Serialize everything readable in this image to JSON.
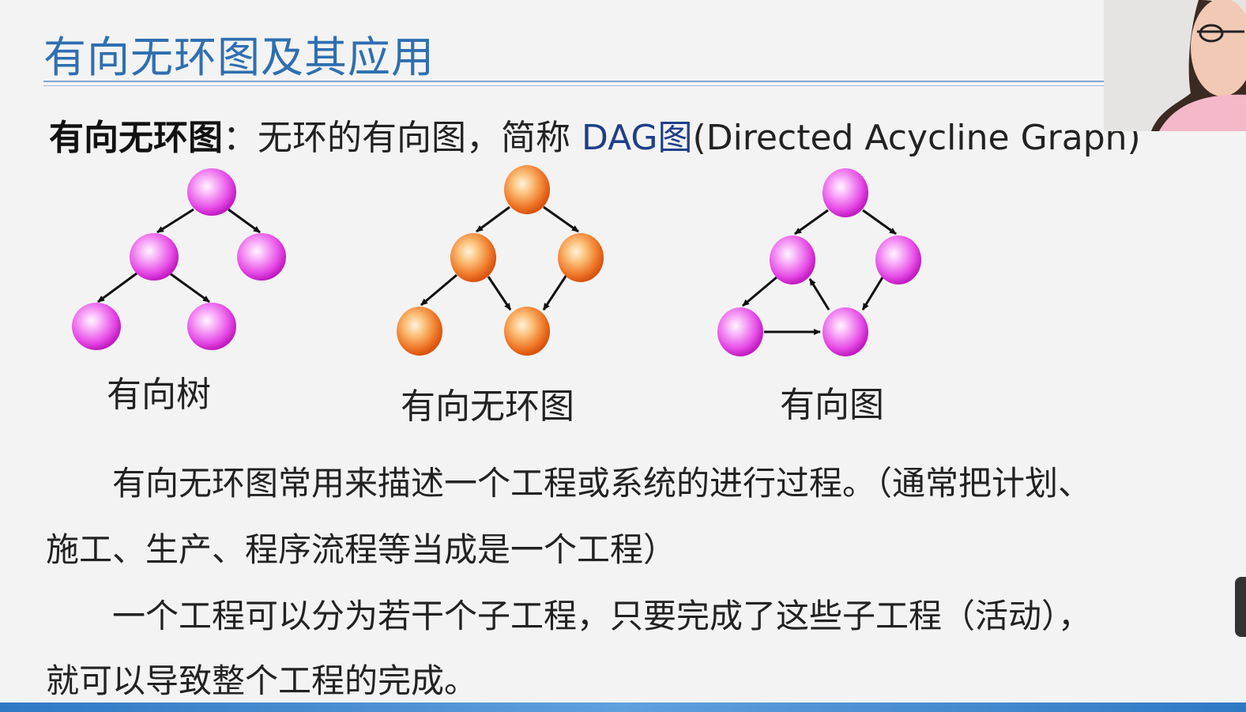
{
  "title": "有向无环图及其应用",
  "definition": {
    "term": "有向无环图",
    "colon": "：",
    "body": "无环的有向图，简称 ",
    "abbr": "DAG图",
    "full": "(Directed Acycline Graph)"
  },
  "graphs": [
    {
      "label": "有向树",
      "color": "magenta"
    },
    {
      "label": "有向无环图",
      "color": "orange"
    },
    {
      "label": "有向图",
      "color": "magenta"
    }
  ],
  "paragraphs": {
    "p1_line1": "　　有向无环图常用来描述一个工程或系统的进行过程。（通常把计划、",
    "p1_line2": "施工、生产、程序流程等当成是一个工程）",
    "p2_line1": "　　一个工程可以分为若干个子工程，只要完成了这些子工程（活动），",
    "p2_line2": "就可以导致整个工程的完成。"
  },
  "colors": {
    "title": "#2e6fb0",
    "abbr": "#1f3f8a",
    "magenta_node": "#e64be6",
    "orange_node": "#f07a2a"
  }
}
